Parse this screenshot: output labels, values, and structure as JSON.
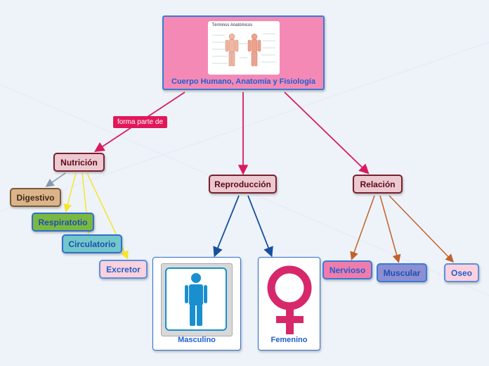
{
  "root": {
    "title": "Cuerpo Humano, Anatomía y Fisiología",
    "image_caption": "Términos Anatómicos"
  },
  "relation_label": "forma parte de",
  "branches": {
    "nutricion": "Nutrición",
    "reproduccion": "Reproducción",
    "relacion": "Relación"
  },
  "nutricion_children": {
    "digestivo": "Digestivo",
    "respiratorio": "Respiratotio",
    "circulatorio": "Circulatorio",
    "excretor": "Excretor"
  },
  "reproduccion_children": {
    "masculino": "Masculino",
    "femenino": "Femenino"
  },
  "relacion_children": {
    "nervioso": "Nervioso",
    "muscular": "Muscular",
    "oseo": "Oseo"
  },
  "colors": {
    "root_bg": "#f589b6",
    "link_pink": "#d81b60",
    "link_navy": "#164f9e",
    "link_brown": "#c0622a",
    "link_yellow": "#f5e62a",
    "link_gray": "#8899aa",
    "female_symbol": "#d6286b",
    "male_symbol": "#1a8fd0"
  },
  "icons": {
    "male": "male-person-icon",
    "female": "female-symbol-icon",
    "anatomy": "anatomy-chart-image"
  }
}
